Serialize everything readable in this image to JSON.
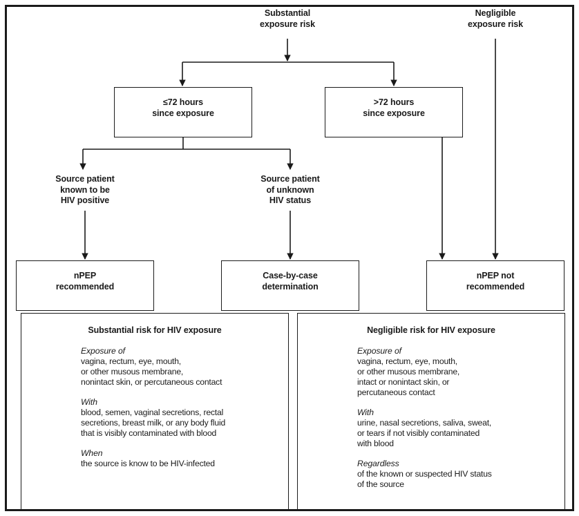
{
  "figure": {
    "type": "flowchart",
    "title_visible": false,
    "colors": {
      "ink": "#1a1a1a",
      "background": "#ffffff"
    }
  },
  "nodes": {
    "substantial_exposure": {
      "lines": [
        "Substantial",
        "exposure risk"
      ],
      "style": "plain"
    },
    "negligible_exposure": {
      "lines": [
        "Negligible",
        "exposure risk"
      ],
      "style": "plain"
    },
    "within_72": {
      "lines": [
        "≤72 hours",
        "since exposure"
      ],
      "style": "boxed"
    },
    "after_72": {
      "lines": [
        ">72 hours",
        "since exposure"
      ],
      "style": "boxed"
    },
    "source_hiv_positive": {
      "lines": [
        "Source patient",
        "known to be",
        "HIV positive"
      ],
      "style": "plain"
    },
    "source_unknown": {
      "lines": [
        "Source patient",
        "of unknown",
        "HIV status"
      ],
      "style": "plain"
    },
    "npep_recommended": {
      "lines": [
        "nPEP",
        "recommended"
      ],
      "style": "boxed"
    },
    "case_by_case": {
      "lines": [
        "Case-by-case",
        "determination"
      ],
      "style": "boxed"
    },
    "npep_not_recommended": {
      "lines": [
        "nPEP not",
        "recommended"
      ],
      "style": "boxed"
    }
  },
  "edges": [
    {
      "from": "substantial_exposure",
      "to": "within_72"
    },
    {
      "from": "substantial_exposure",
      "to": "after_72"
    },
    {
      "from": "within_72",
      "to": "source_hiv_positive"
    },
    {
      "from": "within_72",
      "to": "source_unknown"
    },
    {
      "from": "source_hiv_positive",
      "to": "npep_recommended"
    },
    {
      "from": "source_unknown",
      "to": "case_by_case"
    },
    {
      "from": "after_72",
      "to": "npep_not_recommended"
    },
    {
      "from": "negligible_exposure",
      "to": "npep_not_recommended"
    }
  ],
  "legend_left": {
    "title": "Substantial risk for HIV exposure",
    "groups": [
      {
        "term": "Exposure of",
        "lines": [
          "vagina, rectum, eye, mouth,",
          "or other musous membrane,",
          "nonintact skin, or percutaneous contact"
        ]
      },
      {
        "term": "With",
        "lines": [
          "blood, semen, vaginal secretions, rectal",
          "secretions, breast milk, or any body fluid",
          "that is visibly contaminated with blood"
        ]
      },
      {
        "term": "When",
        "lines": [
          "the source is know to be HIV-infected"
        ]
      }
    ]
  },
  "legend_right": {
    "title": "Negligible risk for HIV exposure",
    "groups": [
      {
        "term": "Exposure of",
        "lines": [
          "vagina, rectum, eye, mouth,",
          "or other musous membrane,",
          "intact or nonintact skin, or",
          "percutaneous contact"
        ]
      },
      {
        "term": "With",
        "lines": [
          "urine, nasal secretions, saliva, sweat,",
          "or tears if not visibly contaminated",
          "with blood"
        ]
      },
      {
        "term": "Regardless",
        "lines": [
          "of the known or suspected HIV status",
          "of the source"
        ]
      }
    ]
  }
}
